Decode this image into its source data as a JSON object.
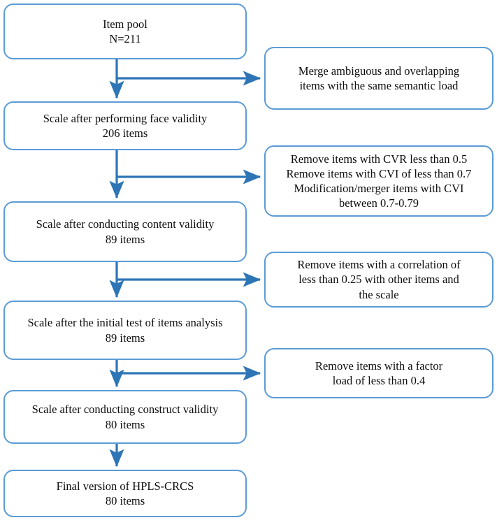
{
  "diagram": {
    "title": "Scale development flowchart",
    "colors": {
      "box_border": "#5B9BD5",
      "arrow": "#2E75B6",
      "box_fill": "#FFFFFF",
      "text": "#0D0D0D"
    },
    "stages": [
      {
        "id": "item-pool",
        "line1": "Item pool",
        "line2": "N=211",
        "text": "Item pool\nN=211"
      },
      {
        "id": "face-validity",
        "line1": "Scale after performing face validity",
        "line2": "206 items",
        "text": "Scale after performing face validity\n206 items"
      },
      {
        "id": "content-validity",
        "line1": "Scale after conducting content validity",
        "line2": "89 items",
        "text": "Scale after conducting content validity\n89 items"
      },
      {
        "id": "items-analysis",
        "line1": "Scale after the initial test of items analysis",
        "line2": "89 items",
        "text": "Scale after the initial test of items analysis\n89 items"
      },
      {
        "id": "construct-validity",
        "line1": "Scale after conducting construct validity",
        "line2": "80 items",
        "text": "Scale after conducting construct validity\n80 items"
      },
      {
        "id": "final-version",
        "line1": "Final version of HPLS-CRCS",
        "line2": "80 items",
        "text": "Final version of HPLS-CRCS\n80 items"
      }
    ],
    "actions": [
      {
        "id": "merge-ambiguous",
        "text": "Merge ambiguous and overlapping\nitems with the same semantic load"
      },
      {
        "id": "remove-cvr-cvi",
        "text": "Remove items with CVR less than 0.5\nRemove items with CVI of less than 0.7\nModification/merger items with CVI\nbetween 0.7-0.79"
      },
      {
        "id": "remove-correlation",
        "text": "Remove items with a correlation of\nless than 0.25 with other items and\nthe scale"
      },
      {
        "id": "remove-factor-load",
        "text": "Remove items with a factor\nload of less than 0.4"
      }
    ]
  }
}
